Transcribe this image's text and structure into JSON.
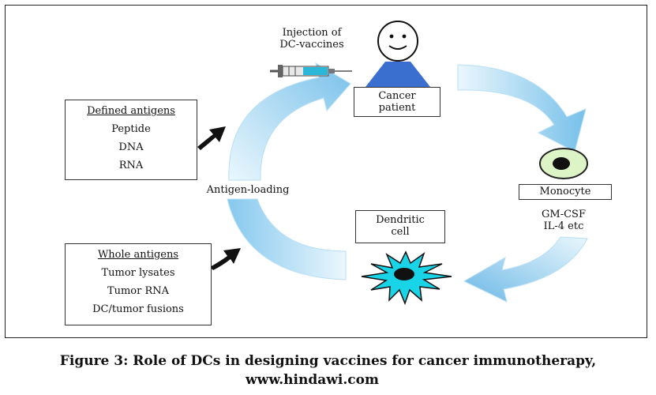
{
  "diagram": {
    "injection_label_line1": "Injection of",
    "injection_label_line2": "DC-vaccines",
    "patient_line1": "Cancer",
    "patient_line2": "patient",
    "monocyte": "Monocyte",
    "cytokines_line1": "GM-CSF",
    "cytokines_line2": "IL-4 etc",
    "dendritic_line1": "Dendritic",
    "dendritic_line2": "cell",
    "antigen_loading": "Antigen-loading",
    "defined_antigens": {
      "title": "Defined antigens",
      "items": [
        "Peptide",
        "DNA",
        "RNA"
      ]
    },
    "whole_antigens": {
      "title": "Whole antigens",
      "items": [
        "Tumor lysates",
        "Tumor RNA",
        "DC/tumor fusions"
      ]
    },
    "colors": {
      "arrow_light": "#d9f1fc",
      "arrow_dark": "#7cc3ec",
      "patient_body": "#3a6fd0",
      "dendritic": "#18d6e8",
      "monocyte": "#d9f5c4"
    }
  },
  "caption": {
    "line1": "Figure 3: Role of DCs in designing vaccines for cancer immunotherapy,",
    "line2": "www.hindawi.com"
  }
}
